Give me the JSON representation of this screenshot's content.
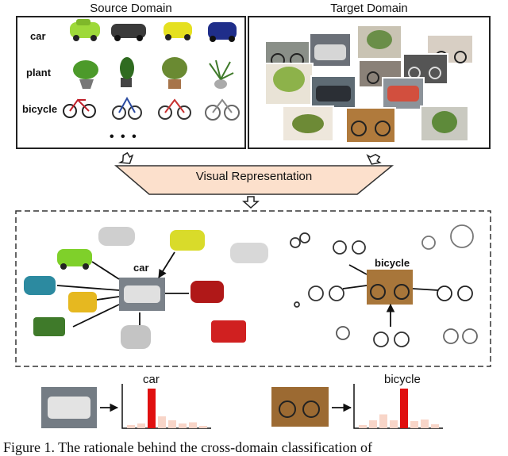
{
  "source_domain": {
    "heading": "Source Domain",
    "rows": [
      {
        "label": "car"
      },
      {
        "label": "plant"
      },
      {
        "label": "bicycle"
      }
    ],
    "ellipsis": "•   •   •"
  },
  "target_domain": {
    "heading": "Target Domain"
  },
  "visual_representation": {
    "label": "Visual Representation"
  },
  "clusters": {
    "car_label": "car",
    "bicycle_label": "bicycle"
  },
  "predictions": [
    {
      "label": "car",
      "values": [
        0.08,
        0.12,
        1.0,
        0.3,
        0.2,
        0.12,
        0.15,
        0.06
      ]
    },
    {
      "label": "bicycle",
      "values": [
        0.08,
        0.2,
        0.35,
        0.2,
        1.0,
        0.18,
        0.22,
        0.1
      ]
    }
  ],
  "caption": "Figure 1. The rationale behind the cross-domain classification of"
}
